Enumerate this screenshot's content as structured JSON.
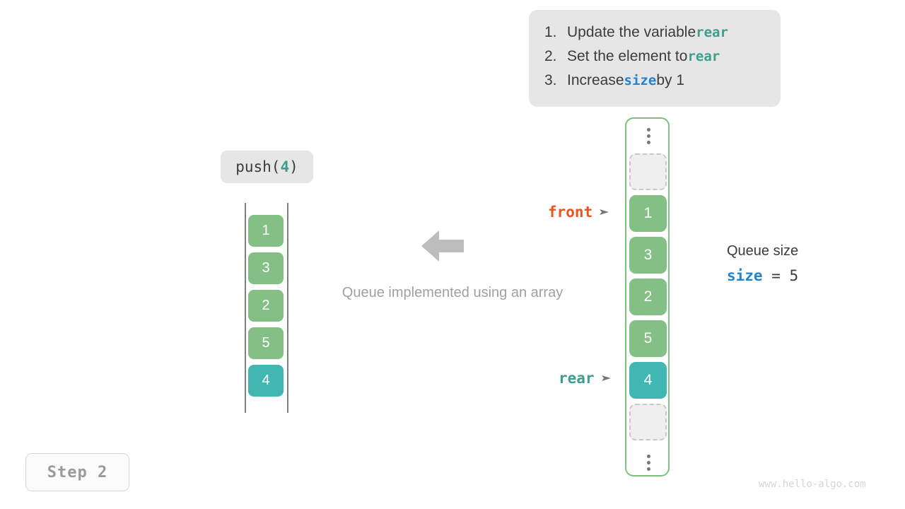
{
  "instructions": {
    "items": [
      {
        "num": "1.",
        "pre": "Update the variable ",
        "code": "rear",
        "code_color": "teal",
        "post": ""
      },
      {
        "num": "2.",
        "pre": "Set the element to ",
        "code": "rear",
        "code_color": "teal",
        "post": ""
      },
      {
        "num": "3.",
        "pre": "Increase ",
        "code": "size",
        "code_color": "blue",
        "post": " by 1"
      }
    ]
  },
  "operation": {
    "fn_name": "push(",
    "arg": "4",
    "close": ")"
  },
  "left_array": {
    "cells": [
      {
        "value": "1",
        "color": "green"
      },
      {
        "value": "3",
        "color": "green"
      },
      {
        "value": "2",
        "color": "green"
      },
      {
        "value": "5",
        "color": "green"
      },
      {
        "value": "4",
        "color": "teal"
      }
    ]
  },
  "caption": "Queue implemented using an array",
  "right_array": {
    "top_ellipsis": "vertical-ellipsis",
    "bottom_ellipsis": "vertical-ellipsis",
    "cells": [
      {
        "value": "",
        "color": "empty"
      },
      {
        "value": "1",
        "color": "green"
      },
      {
        "value": "3",
        "color": "green"
      },
      {
        "value": "2",
        "color": "green"
      },
      {
        "value": "5",
        "color": "green"
      },
      {
        "value": "4",
        "color": "teal"
      },
      {
        "value": "",
        "color": "empty"
      }
    ]
  },
  "pointers": {
    "front": "front",
    "rear": "rear"
  },
  "queue_size": {
    "title": "Queue size",
    "var": "size",
    "equals": " = ",
    "value": "5"
  },
  "step": {
    "label": "Step 2"
  },
  "watermark": "www.hello-algo.com",
  "colors": {
    "green": "#84c086",
    "teal": "#40b7b0",
    "front_orange": "#e8551f",
    "rear_teal": "#3b9e8f",
    "size_blue": "#1e84d8",
    "panel_gray": "#e6e6e6",
    "empty_cell": "#efefef",
    "container_border": "#7ec17e",
    "caption_gray": "#a0a0a0"
  },
  "icons": {
    "arrow_left": "arrow-left-icon",
    "pointer_arrow": "pointer-arrow-icon"
  }
}
